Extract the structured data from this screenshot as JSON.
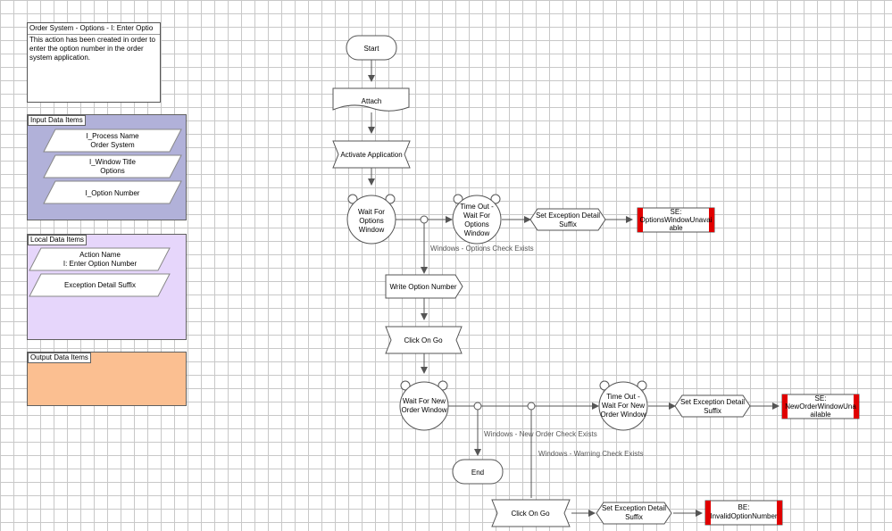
{
  "description_box": {
    "title": "Order System - Options - I: Enter Optio",
    "body": "This action has been created in order to enter the option number in the order system application."
  },
  "input_data_items": {
    "title": "Input Data Items",
    "items": [
      {
        "line1": "I_Process Name",
        "line2": "Order System"
      },
      {
        "line1": "I_Window Title",
        "line2": "Options"
      },
      {
        "line1": "I_Option Number",
        "line2": ""
      }
    ]
  },
  "local_data_items": {
    "title": "Local Data Items",
    "items": [
      {
        "line1": "Action Name",
        "line2": "I: Enter Option Number"
      },
      {
        "line1": "Exception Detail Suffix",
        "line2": ""
      }
    ]
  },
  "output_data_items": {
    "title": "Output Data Items"
  },
  "flow": {
    "start": "Start",
    "attach": "Attach",
    "activate": "Activate Application",
    "wait_options": [
      "Wait For",
      "Options",
      "Window"
    ],
    "timeout_options": [
      "Time Out -",
      "Wait For",
      "Options",
      "Window"
    ],
    "set_exc_1": [
      "Set Exception Detail",
      "Suffix"
    ],
    "se_options": [
      "SE:",
      "OptionsWindowUnavai",
      "able"
    ],
    "label_options_check": "Windows - Options Check Exists",
    "write_option": "Write Option Number",
    "click_go_1": "Click On Go",
    "wait_new_order": [
      "Wait For New",
      "Order Window"
    ],
    "timeout_new_order": [
      "Time Out -",
      "Wait For New",
      "Order Window"
    ],
    "set_exc_2": [
      "Set Exception Detail",
      "Suffix"
    ],
    "se_new_order": [
      "SE:",
      "NewOrderWindowUna",
      "ailable"
    ],
    "label_new_order_check": "Windows - New Order Check Exists",
    "label_warning_check": "Windows - Warning Check Exists",
    "end": "End",
    "click_go_2": "Click On Go",
    "set_exc_3": [
      "Set Exception Detail",
      "Suffix"
    ],
    "be_invalid": [
      "BE:",
      "InvalidOptionNumber"
    ]
  },
  "colors": {
    "input_panel": "#b1b1d9",
    "local_panel": "#e6d6fb",
    "output_panel": "#fbbf91",
    "exception_bar": "#e00000"
  }
}
